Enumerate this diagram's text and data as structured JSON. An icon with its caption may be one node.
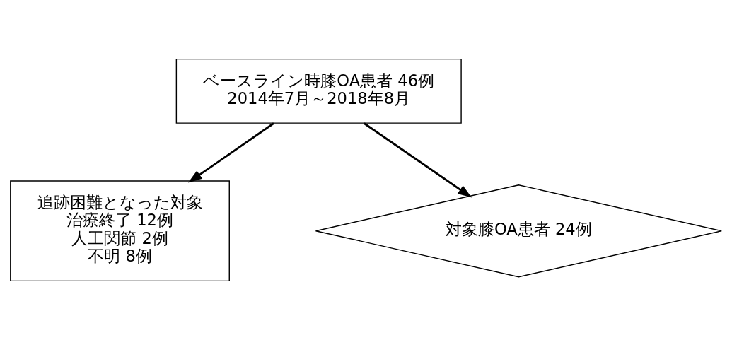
{
  "diagram": {
    "nodes": [
      {
        "text": [
          "ベースライン時膝OA患者 46例",
          "2014年7月～2018年8月"
        ]
      },
      {
        "text": [
          "追跡困難となった対象",
          "治療終了 12例",
          "人工関節 2例",
          "不明 8例"
        ]
      },
      {
        "text": [
          "対象膝OA患者 24例"
        ]
      }
    ],
    "edges": [
      {
        "from": 0,
        "to": 2,
        "arrow": "to"
      },
      {
        "from": 0,
        "to": 1,
        "arrow": "to"
      }
    ]
  }
}
